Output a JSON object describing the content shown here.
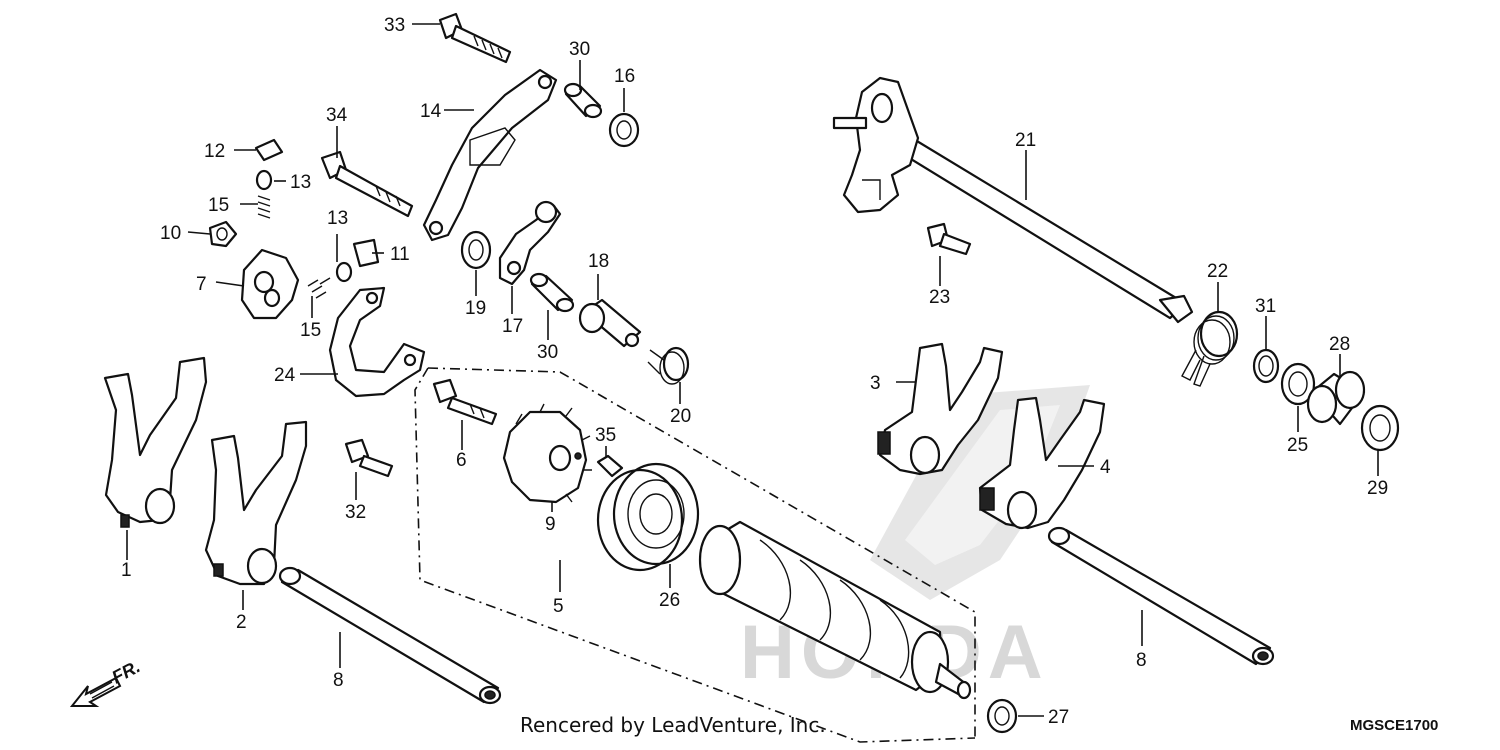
{
  "watermark": {
    "brand": "HONDA"
  },
  "footer": {
    "rendered_by": "Rencered by LeadVenture, Inc.",
    "diagram_code": "MGSCE1700"
  },
  "direction": {
    "label": "FR."
  },
  "callouts": {
    "c1": "1",
    "c2": "2",
    "c3": "3",
    "c4": "4",
    "c5": "5",
    "c6": "6",
    "c7": "7",
    "c8a": "8",
    "c8b": "8",
    "c9": "9",
    "c10": "10",
    "c11": "11",
    "c12": "12",
    "c13a": "13",
    "c13b": "13",
    "c14": "14",
    "c15a": "15",
    "c15b": "15",
    "c16": "16",
    "c17": "17",
    "c18": "18",
    "c19": "19",
    "c20": "20",
    "c21": "21",
    "c22": "22",
    "c23": "23",
    "c24": "24",
    "c25": "25",
    "c26": "26",
    "c27": "27",
    "c28": "28",
    "c29": "29",
    "c30a": "30",
    "c30b": "30",
    "c31": "31",
    "c32": "32",
    "c33": "33",
    "c34": "34",
    "c35": "35"
  }
}
